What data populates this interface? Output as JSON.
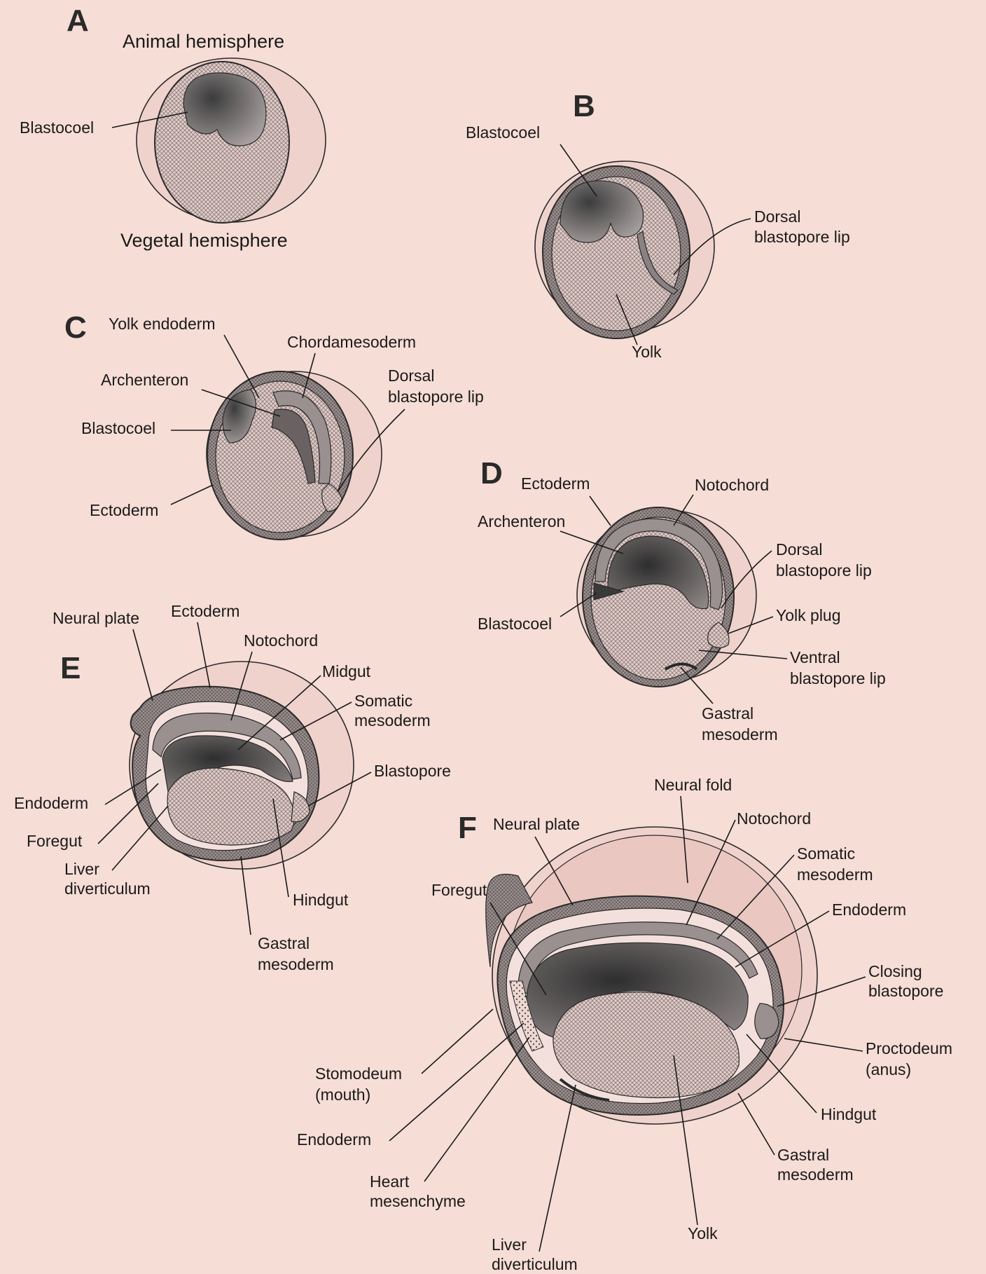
{
  "panels": {
    "A": {
      "letter": "A",
      "labels": {
        "animal": "Animal hemisphere",
        "vegetal": "Vegetal hemisphere",
        "blastocoel": "Blastocoel"
      }
    },
    "B": {
      "letter": "B",
      "labels": {
        "blastocoel": "Blastocoel",
        "dorsal_lip_1": "Dorsal",
        "dorsal_lip_2": "blastopore lip",
        "yolk": "Yolk"
      }
    },
    "C": {
      "letter": "C",
      "labels": {
        "yolk_endoderm": "Yolk endoderm",
        "chordamesoderm": "Chordamesoderm",
        "archenteron": "Archenteron",
        "blastocoel": "Blastocoel",
        "dorsal_lip_1": "Dorsal",
        "dorsal_lip_2": "blastopore lip",
        "ectoderm": "Ectoderm"
      }
    },
    "D": {
      "letter": "D",
      "labels": {
        "ectoderm": "Ectoderm",
        "notochord": "Notochord",
        "archenteron": "Archenteron",
        "dorsal_lip_1": "Dorsal",
        "dorsal_lip_2": "blastopore lip",
        "blastocoel": "Blastocoel",
        "yolk_plug": "Yolk plug",
        "ventral_lip_1": "Ventral",
        "ventral_lip_2": "blastopore lip",
        "gastral_1": "Gastral",
        "gastral_2": "mesoderm"
      }
    },
    "E": {
      "letter": "E",
      "labels": {
        "neural_plate": "Neural plate",
        "ectoderm": "Ectoderm",
        "notochord": "Notochord",
        "midgut": "Midgut",
        "somatic_1": "Somatic",
        "somatic_2": "mesoderm",
        "blastopore": "Blastopore",
        "endoderm": "Endoderm",
        "foregut": "Foregut",
        "liver_1": "Liver",
        "liver_2": "diverticulum",
        "hindgut": "Hindgut",
        "gastral_1": "Gastral",
        "gastral_2": "mesoderm"
      }
    },
    "F": {
      "letter": "F",
      "labels": {
        "neural_fold": "Neural fold",
        "neural_plate": "Neural plate",
        "notochord": "Notochord",
        "somatic_1": "Somatic",
        "somatic_2": "mesoderm",
        "foregut": "Foregut",
        "endoderm_top": "Endoderm",
        "closing_1": "Closing",
        "closing_2": "blastopore",
        "proctodeum_1": "Proctodeum",
        "proctodeum_2": "(anus)",
        "stomodeum_1": "Stomodeum",
        "stomodeum_2": "(mouth)",
        "hindgut": "Hindgut",
        "endoderm_bottom": "Endoderm",
        "gastral_1": "Gastral",
        "gastral_2": "mesoderm",
        "heart_1": "Heart",
        "heart_2": "mesenchyme",
        "yolk": "Yolk",
        "liver_1": "Liver",
        "liver_2": "diverticulum"
      }
    }
  },
  "colors": {
    "background": "#f6ddd6",
    "ink": "#1a1a1a",
    "yolk": "#e4cfcc",
    "cavity": "#555555",
    "mesoderm": "#9a9a9a",
    "ectoderm": "#6e6e6e"
  }
}
